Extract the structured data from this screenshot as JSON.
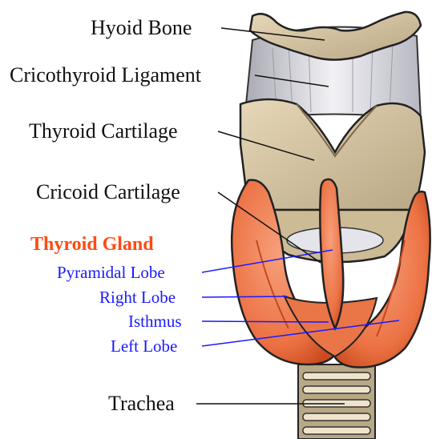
{
  "labels": {
    "hyoid_bone": "Hyoid Bone",
    "cricothyroid_ligament": "Cricothyroid Ligament",
    "thyroid_cartilage": "Thyroid Cartilage",
    "cricoid_cartilage": "Cricoid Cartilage",
    "thyroid_gland": "Thyroid Gland",
    "pyramidal_lobe": "Pyramidal Lobe",
    "right_lobe": "Right Lobe",
    "isthmus": "Isthmus",
    "left_lobe": "Left Lobe",
    "trachea": "Trachea"
  },
  "colors": {
    "bone": "#d8c7a6",
    "ligament": "#e6e6ea",
    "gland": "#ef7f55",
    "gland_dark": "#d9582b",
    "label_black": "#111111",
    "label_blue": "#1a1aff",
    "label_red": "#ff4a12"
  }
}
